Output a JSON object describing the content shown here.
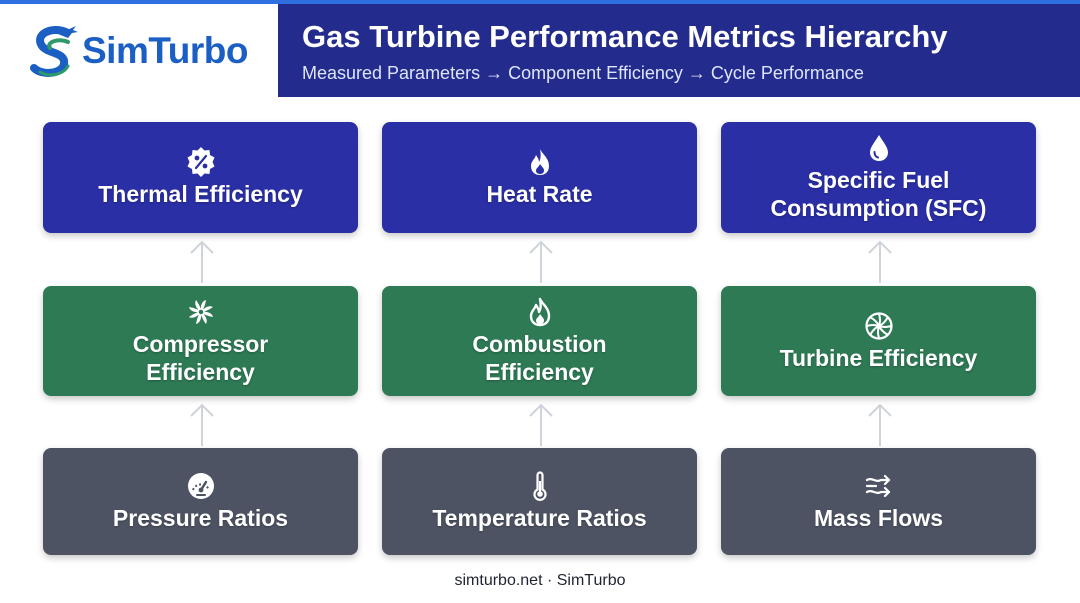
{
  "brand": {
    "name": "SimTurbo",
    "logo_icon": "airplane-swoosh-logo"
  },
  "header": {
    "title": "Gas Turbine Performance Metrics Hierarchy",
    "subtitle": "Measured Parameters → Component Efficiency → Cycle Performance"
  },
  "colors": {
    "header_bg": "#232c8c",
    "performance_row": "#2a2fa6",
    "efficiency_row": "#2e7a55",
    "parameter_row": "#4d5363",
    "arrow": "#cfd3da",
    "brand_blue": "#1c5fc4",
    "brand_green": "#2e9a6a"
  },
  "rows": {
    "performance": [
      {
        "label": "Thermal Efficiency",
        "icon": "percent-badge-icon"
      },
      {
        "label": "Heat Rate",
        "icon": "flame-icon"
      },
      {
        "label": "Specific Fuel Consumption (SFC)",
        "icon": "fuel-drop-icon"
      }
    ],
    "efficiency": [
      {
        "label": "Compressor Efficiency",
        "icon": "compressor-fan-icon"
      },
      {
        "label": "Combustion Efficiency",
        "icon": "flame-outline-icon"
      },
      {
        "label": "Turbine Efficiency",
        "icon": "turbine-wheel-icon"
      }
    ],
    "parameters": [
      {
        "label": "Pressure Ratios",
        "icon": "gauge-icon"
      },
      {
        "label": "Temperature Ratios",
        "icon": "thermometer-icon"
      },
      {
        "label": "Mass Flows",
        "icon": "flow-arrows-icon"
      }
    ]
  },
  "footer": {
    "text": "simturbo.net · SimTurbo"
  }
}
